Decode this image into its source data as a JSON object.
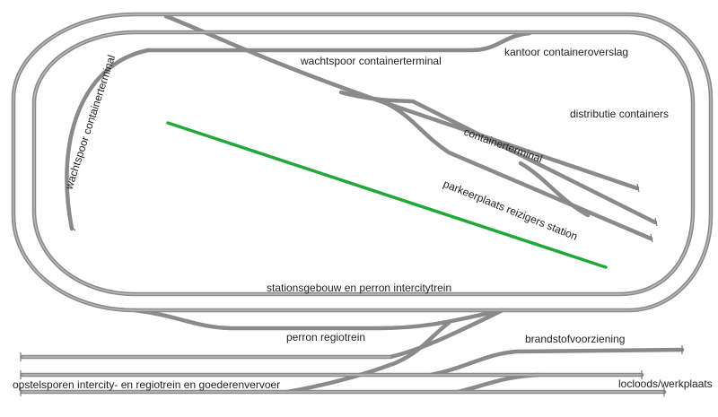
{
  "diagram": {
    "labels": {
      "wachtspoor_top": "wachtspoor containerterminal",
      "kantoor": "kantoor containeroverslag",
      "distributie": "distributie containers",
      "wachtspoor_left": "wachtspoor containerterminal",
      "containerterminal": "containerterminal",
      "parkeerplaats": "parkeerplaats reizigers station",
      "stationsgebouw": "stationsgebouw en perron intercitytrein",
      "perron_regiotrein": "perron regiotrein",
      "brandstof": "brandstofvoorziening",
      "opstelsporen": "opstelsporen intercity- en regiotrein en goederenvervoer",
      "locloods": "locloods/werkplaats"
    },
    "colors": {
      "rail": "#8a8a8a",
      "rail_core": "#b9b9b9",
      "marker_line": "#22a83a",
      "text": "#222222"
    }
  }
}
